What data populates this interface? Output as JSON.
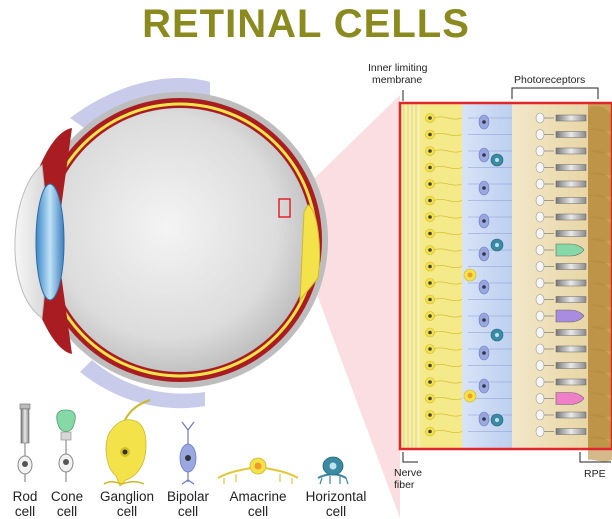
{
  "title": "RETINAL CELLS",
  "labels": {
    "inner_limiting": "Inner limiting",
    "membrane": "membrane",
    "photoreceptors": "Photoreceptors",
    "nerve": "Nerve",
    "fiber": "fiber",
    "rpe": "RPE"
  },
  "legend": [
    {
      "line1": "Rod",
      "line2": "cell",
      "icon": "rod-cell-icon"
    },
    {
      "line1": "Cone",
      "line2": "cell",
      "icon": "cone-cell-icon"
    },
    {
      "line1": "Ganglion",
      "line2": "cell",
      "icon": "ganglion-cell-icon"
    },
    {
      "line1": "Bipolar",
      "line2": "cell",
      "icon": "bipolar-cell-icon"
    },
    {
      "line1": "Amacrine",
      "line2": "cell",
      "icon": "amacrine-cell-icon"
    },
    {
      "line1": "Horizontal",
      "line2": "cell",
      "icon": "horizontal-cell-icon"
    }
  ],
  "colors": {
    "title": "#8a8a1e",
    "ganglion": "#f3e24a",
    "bipolar": "#9aa8e0",
    "cone_green": "#86d9a6",
    "cone_violet": "#a98be0",
    "cone_pink": "#ef7fc8",
    "horizontal": "#3b8aa4",
    "rpe": "#c9a257",
    "frame": "#e0252b"
  }
}
